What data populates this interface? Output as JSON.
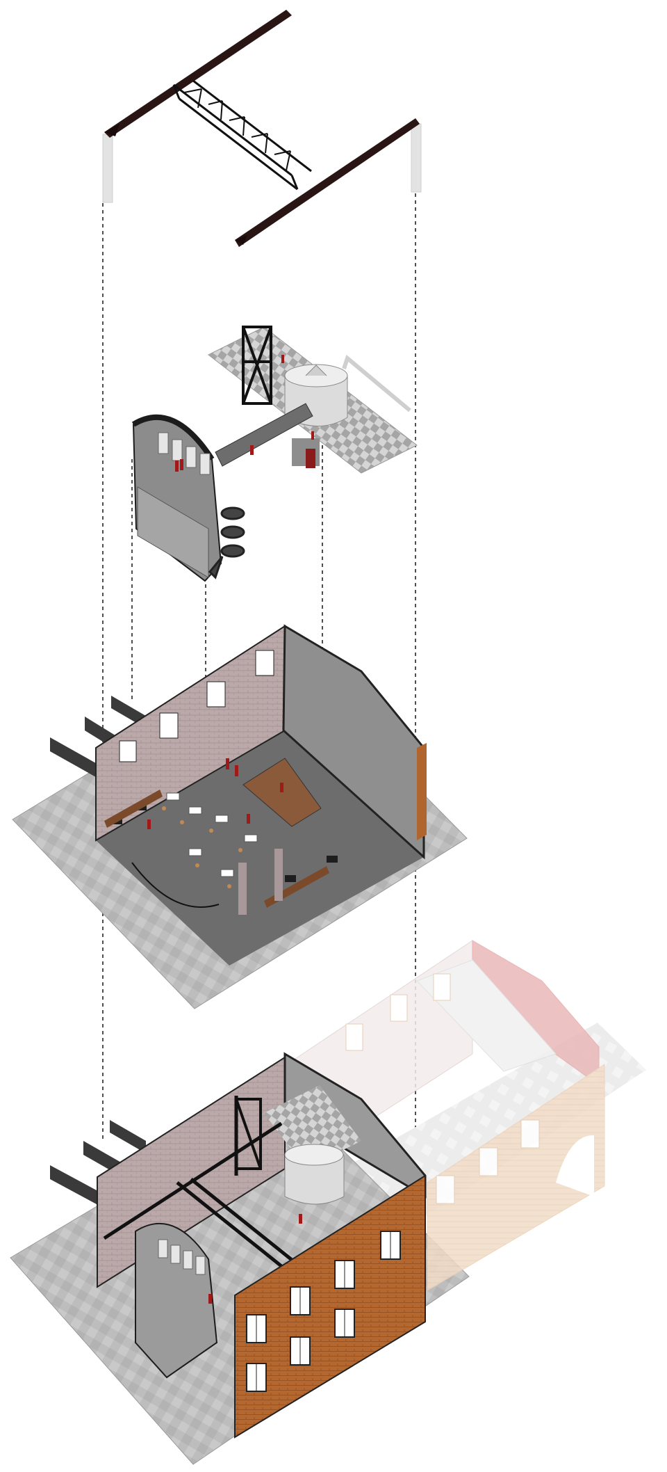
{
  "diagram": {
    "kind": "exploded-axonometric",
    "layers": [
      {
        "id": "roof-truss",
        "name": "roof-truss-layer"
      },
      {
        "id": "mezzanine",
        "name": "mezzanine-layer"
      },
      {
        "id": "ground-floor",
        "name": "ground-floor-layer"
      },
      {
        "id": "assembled",
        "name": "assembled-building-layer"
      }
    ],
    "colors": {
      "steel": "#2a1a1a",
      "brick_wall": "#b9a8a8",
      "orange_brick": "#b0642e",
      "floor": "#6d6d6d",
      "paving": "#bfbfbf",
      "figures": "#a11a1a",
      "wood": "#7a4a2a",
      "ghost_brick": "#f3dcc8",
      "ghost_roof": "#e8b9b9",
      "tank": "#dcdcdc",
      "guide_line": "#222222"
    }
  }
}
